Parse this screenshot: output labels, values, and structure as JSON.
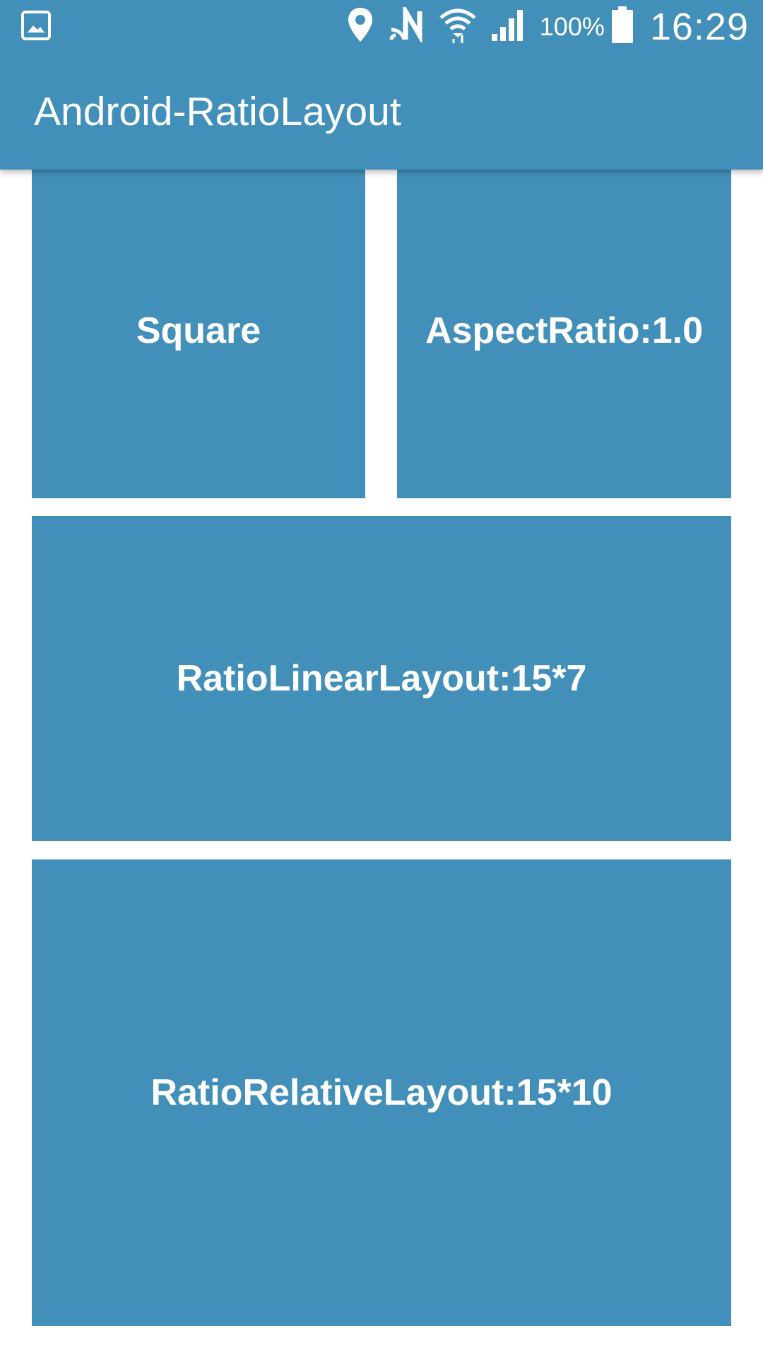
{
  "status_bar": {
    "left_icon": "image-icon",
    "icons": [
      "location-icon",
      "nfc-icon",
      "wifi-icon",
      "signal-icon"
    ],
    "battery_percent": "100%",
    "battery_icon": "battery-icon",
    "time": "16:29"
  },
  "app_bar": {
    "title": "Android-RatioLayout"
  },
  "cards": {
    "square": "Square",
    "aspect_ratio": "AspectRatio:1.0",
    "linear": "RatioLinearLayout:15*7",
    "relative": "RatioRelativeLayout:15*10"
  },
  "colors": {
    "primary": "#428FBA",
    "background": "#FFFFFF",
    "text": "#FFFFFF"
  }
}
